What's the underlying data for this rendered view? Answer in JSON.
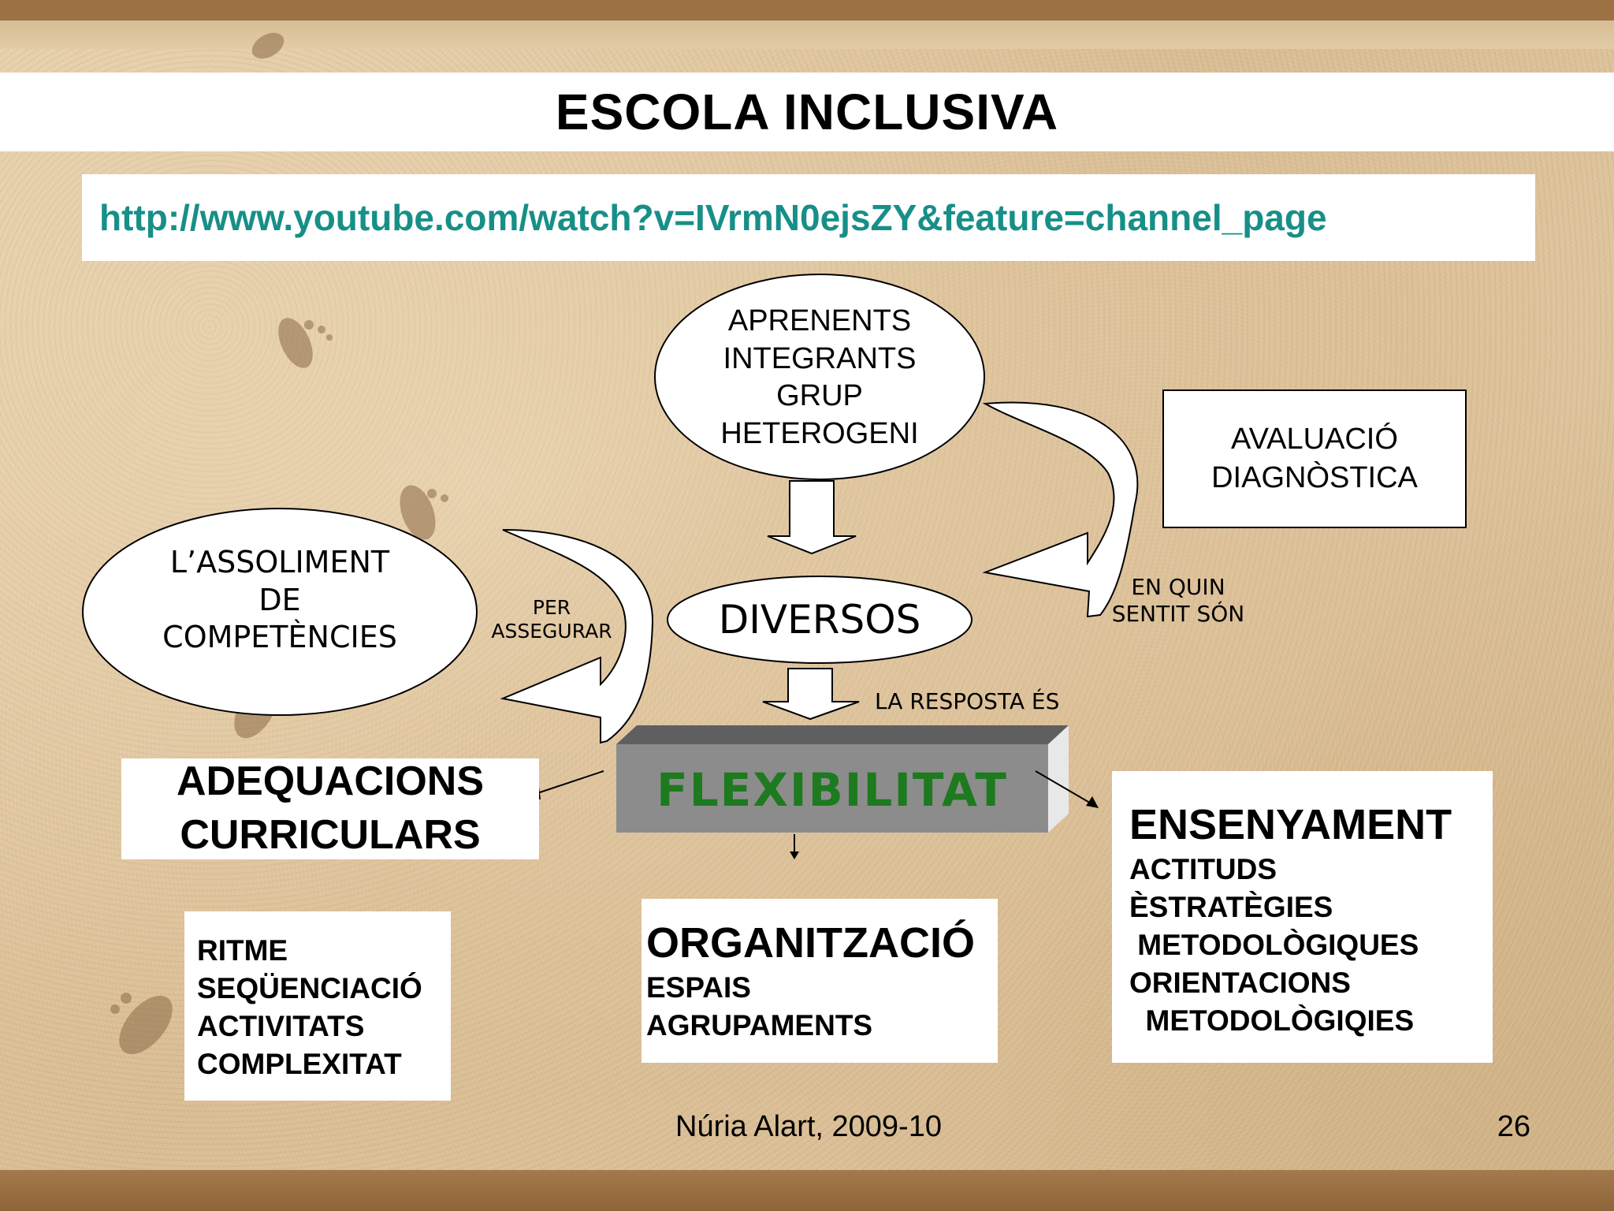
{
  "slide": {
    "title": "ESCOLA INCLUSIVA",
    "link": "http://www.youtube.com/watch?v=IVrmN0ejsZY&feature=channel_page",
    "footer_author": "Núria Alart, 2009-10",
    "page_number": "26"
  },
  "diagram": {
    "aprenents": [
      "APRENENTS",
      "INTEGRANTS",
      "GRUP",
      "HETEROGENI"
    ],
    "assoliment": [
      "L’ASSOLIMENT",
      "DE",
      "COMPETÈNCIES"
    ],
    "diversos": "DIVERSOS",
    "avaluacio": [
      "AVALUACIÓ",
      "DIAGNÒSTICA"
    ],
    "per_assegurar": [
      "PER",
      "ASSEGURAR"
    ],
    "en_quin_sentit": [
      "EN QUIN",
      "SENTIT SÓN"
    ],
    "la_resposta": "LA RESPOSTA ÉS",
    "flexibilitat": "FLEXIBILITAT",
    "adequacions": [
      "ADEQUACIONS",
      "CURRICULARS"
    ],
    "ritme_list": [
      "RITME",
      "SEQÜENCIACIÓ",
      "ACTIVITATS",
      "COMPLEXITAT"
    ],
    "organitzacio": {
      "title": "ORGANITZACIÓ",
      "items": [
        "ESPAIS",
        "AGRUPAMENTS"
      ]
    },
    "ensenyament": {
      "title": "ENSENYAMENT",
      "items": [
        "ACTITUDS",
        "ÈSTRATÈGIES",
        " METODOLÒGIQUES",
        "ORIENTACIONS",
        "  METODOLÒGIQIES"
      ]
    }
  },
  "colors": {
    "link": "#178f88",
    "flexibilitat_text": "#1e7a1e",
    "flexibilitat_block": "#8c8c8c",
    "frame": "#9c7244"
  }
}
